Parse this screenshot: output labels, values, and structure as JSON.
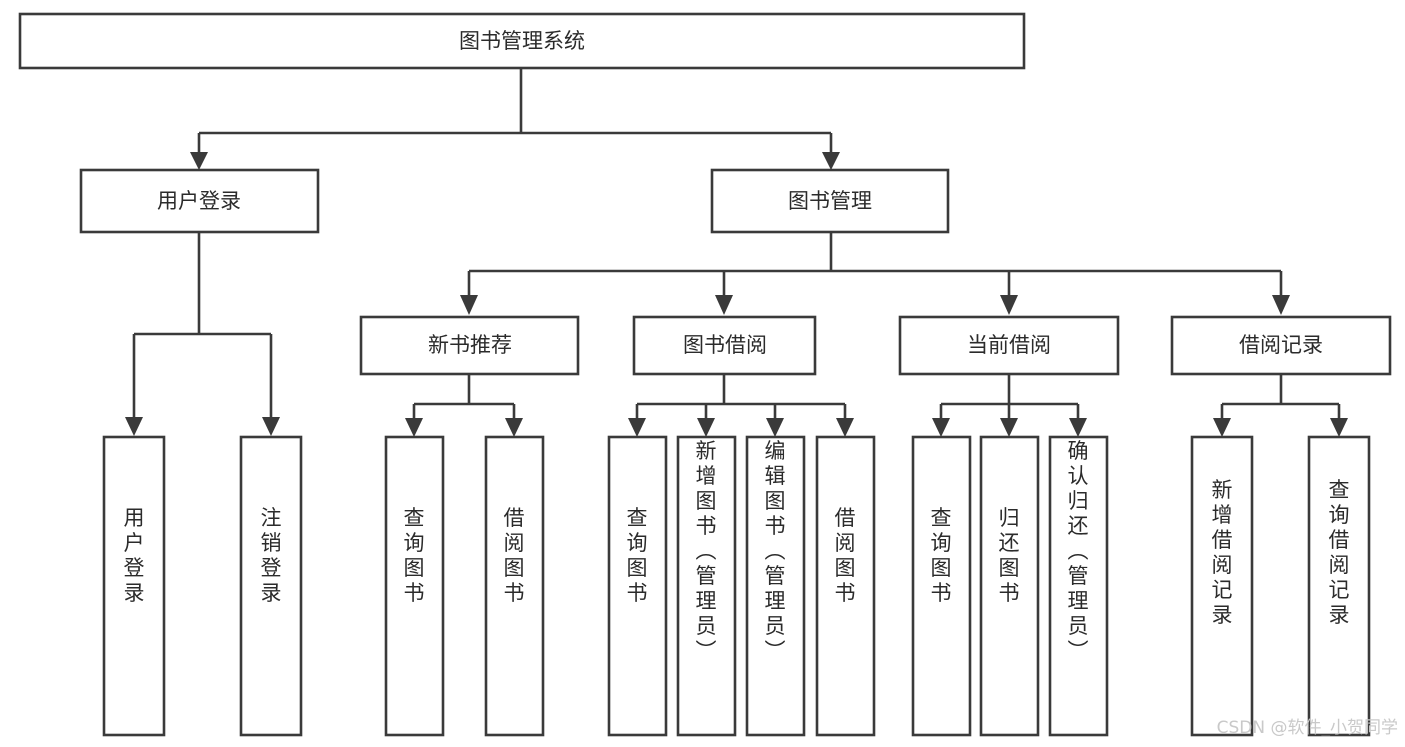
{
  "diagram": {
    "type": "tree-hierarchy-flowchart",
    "title_text": "图书管理系统",
    "orientation": "top-down",
    "colors": {
      "box_fill": "#ffffff",
      "box_stroke": "#3a3a3a",
      "text": "#2b2b2b",
      "connector": "#3a3a3a",
      "watermark": "#c9c9c9",
      "background": "#ffffff"
    },
    "levels": {
      "root": {
        "label": "图书管理系统"
      },
      "level2": [
        {
          "label": "用户登录"
        },
        {
          "label": "图书管理"
        }
      ],
      "level3": [
        {
          "label": "新书推荐"
        },
        {
          "label": "图书借阅"
        },
        {
          "label": "当前借阅"
        },
        {
          "label": "借阅记录"
        }
      ],
      "leaves": {
        "user_login": [
          {
            "label": "用户登录"
          },
          {
            "label": "注销登录"
          }
        ],
        "new_book_recommend": [
          {
            "label": "查询图书"
          },
          {
            "label": "借阅图书"
          }
        ],
        "book_borrow": [
          {
            "label": "查询图书"
          },
          {
            "label": "新增图书（管理员）"
          },
          {
            "label": "编辑图书（管理员）"
          },
          {
            "label": "借阅图书"
          }
        ],
        "current_borrow": [
          {
            "label": "查询图书"
          },
          {
            "label": "归还图书"
          },
          {
            "label": "确认归还（管理员）"
          }
        ],
        "borrow_record": [
          {
            "label": "新增借阅记录"
          },
          {
            "label": "查询借阅记录"
          }
        ]
      }
    }
  },
  "watermark": {
    "text": "CSDN @软件_小贺同学"
  }
}
